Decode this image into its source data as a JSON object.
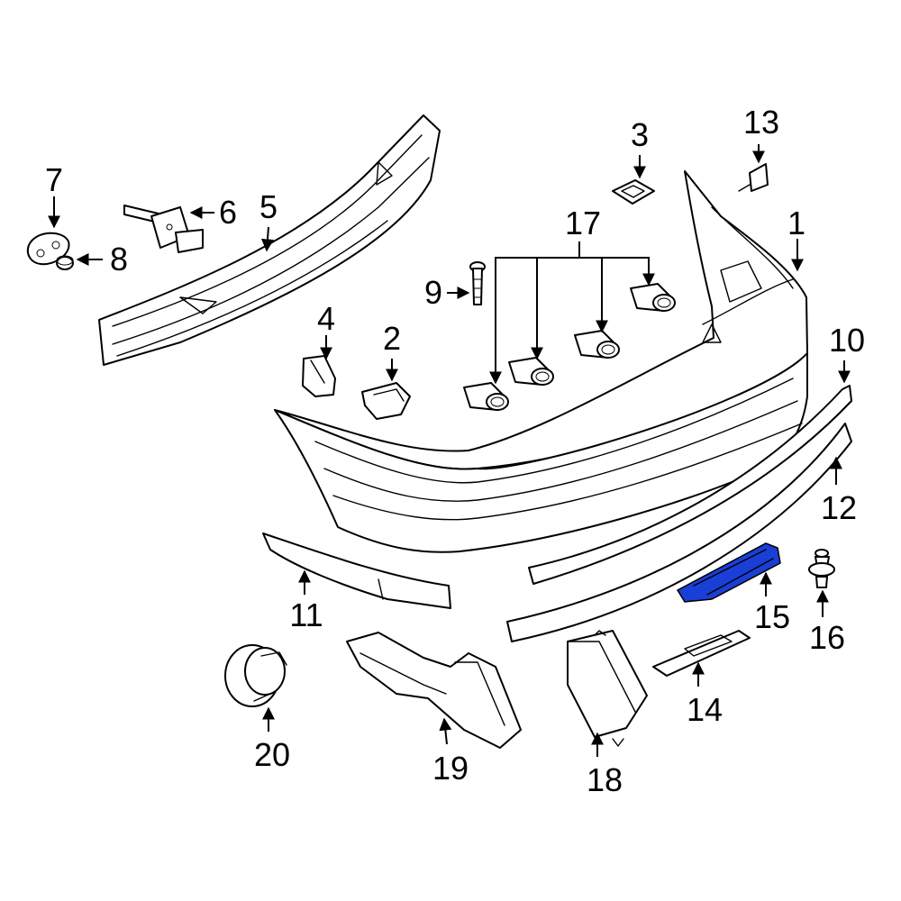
{
  "highlight_color": "#1a3fd6",
  "callouts": {
    "c1": "1",
    "c2": "2",
    "c3": "3",
    "c4": "4",
    "c5": "5",
    "c6": "6",
    "c7": "7",
    "c8": "8",
    "c9": "9",
    "c10": "10",
    "c11": "11",
    "c12": "12",
    "c13": "13",
    "c14": "14",
    "c15": "15",
    "c16": "16",
    "c17": "17",
    "c18": "18",
    "c19": "19",
    "c20": "20"
  }
}
